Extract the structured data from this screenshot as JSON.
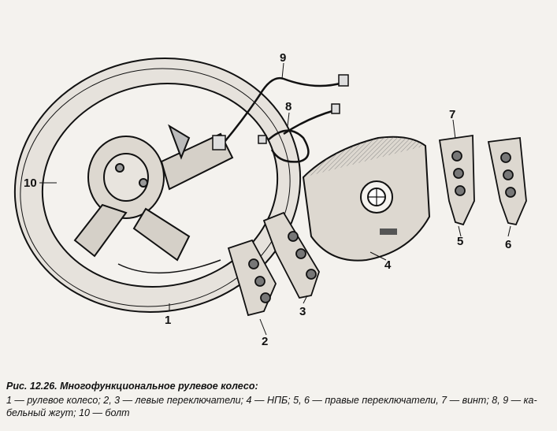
{
  "callouts": {
    "c1": "1",
    "c2": "2",
    "c3": "3",
    "c4": "4",
    "c5": "5",
    "c6": "6",
    "c7": "7",
    "c8": "8",
    "c9": "9",
    "c10": "10"
  },
  "caption": {
    "title": "Рис. 12.26. Многофункциональное рулевое колесо:",
    "legend_line1": "1 — рулевое колесо; 2, 3 — левые переключатели; 4 — НПБ; 5, 6 — правые переключатели, 7 — винт; 8, 9 — ка-",
    "legend_line2": "бельный жгут; 10 — болт"
  },
  "colors": {
    "background": "#f4f2ee",
    "ink": "#111111",
    "shade": "#cfcac2"
  }
}
